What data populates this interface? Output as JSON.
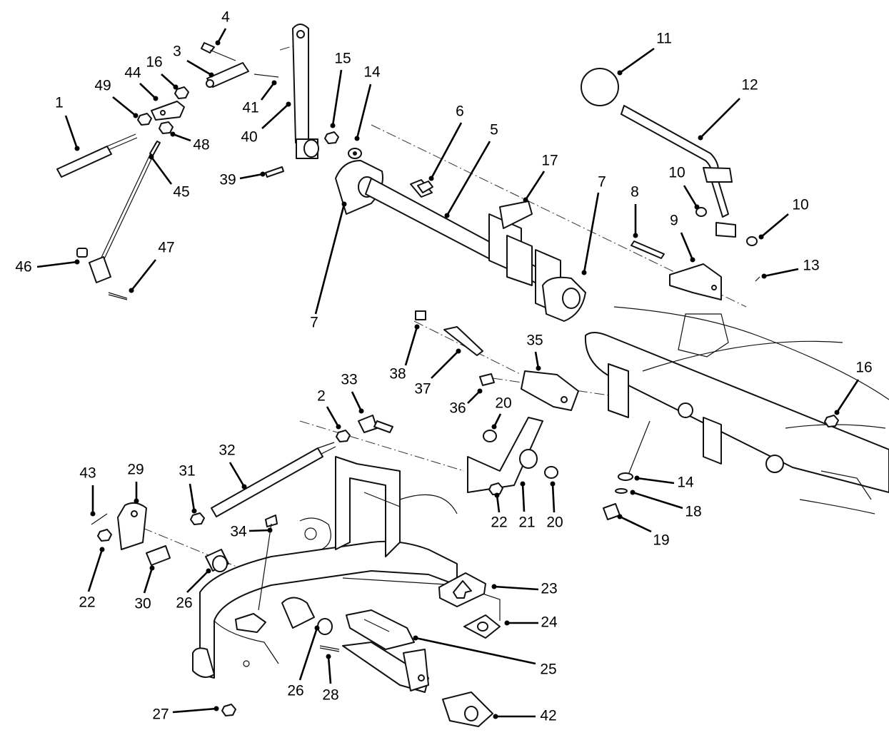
{
  "callouts": [
    {
      "id": "c1",
      "label": "1"
    },
    {
      "id": "c2",
      "label": "2"
    },
    {
      "id": "c3",
      "label": "3"
    },
    {
      "id": "c4",
      "label": "4"
    },
    {
      "id": "c5",
      "label": "5"
    },
    {
      "id": "c6",
      "label": "6"
    },
    {
      "id": "c7a",
      "label": "7"
    },
    {
      "id": "c7b",
      "label": "7"
    },
    {
      "id": "c8",
      "label": "8"
    },
    {
      "id": "c9",
      "label": "9"
    },
    {
      "id": "c10a",
      "label": "10"
    },
    {
      "id": "c10b",
      "label": "10"
    },
    {
      "id": "c11",
      "label": "11"
    },
    {
      "id": "c12",
      "label": "12"
    },
    {
      "id": "c13",
      "label": "13"
    },
    {
      "id": "c14a",
      "label": "14"
    },
    {
      "id": "c14b",
      "label": "14"
    },
    {
      "id": "c15",
      "label": "15"
    },
    {
      "id": "c16a",
      "label": "16"
    },
    {
      "id": "c16b",
      "label": "16"
    },
    {
      "id": "c17",
      "label": "17"
    },
    {
      "id": "c18",
      "label": "18"
    },
    {
      "id": "c19",
      "label": "19"
    },
    {
      "id": "c20a",
      "label": "20"
    },
    {
      "id": "c20b",
      "label": "20"
    },
    {
      "id": "c21",
      "label": "21"
    },
    {
      "id": "c22a",
      "label": "22"
    },
    {
      "id": "c22b",
      "label": "22"
    },
    {
      "id": "c23",
      "label": "23"
    },
    {
      "id": "c24",
      "label": "24"
    },
    {
      "id": "c25",
      "label": "25"
    },
    {
      "id": "c26a",
      "label": "26"
    },
    {
      "id": "c26b",
      "label": "26"
    },
    {
      "id": "c27",
      "label": "27"
    },
    {
      "id": "c28",
      "label": "28"
    },
    {
      "id": "c29",
      "label": "29"
    },
    {
      "id": "c30",
      "label": "30"
    },
    {
      "id": "c31",
      "label": "31"
    },
    {
      "id": "c32",
      "label": "32"
    },
    {
      "id": "c33",
      "label": "33"
    },
    {
      "id": "c34",
      "label": "34"
    },
    {
      "id": "c35",
      "label": "35"
    },
    {
      "id": "c36",
      "label": "36"
    },
    {
      "id": "c37",
      "label": "37"
    },
    {
      "id": "c38",
      "label": "38"
    },
    {
      "id": "c39",
      "label": "39"
    },
    {
      "id": "c40",
      "label": "40"
    },
    {
      "id": "c41",
      "label": "41"
    },
    {
      "id": "c42",
      "label": "42"
    },
    {
      "id": "c43",
      "label": "43"
    },
    {
      "id": "c44",
      "label": "44"
    },
    {
      "id": "c45",
      "label": "45"
    },
    {
      "id": "c46",
      "label": "46"
    },
    {
      "id": "c47",
      "label": "47"
    },
    {
      "id": "c48",
      "label": "48"
    },
    {
      "id": "c49",
      "label": "49"
    }
  ]
}
